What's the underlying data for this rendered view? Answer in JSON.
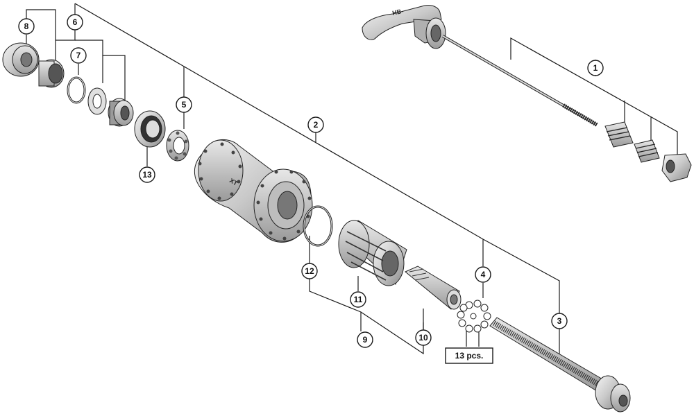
{
  "callouts": {
    "c1": "1",
    "c2": "2",
    "c3": "3",
    "c4": "4",
    "c5": "5",
    "c6": "6",
    "c7": "7",
    "c8": "8",
    "c9": "9",
    "c10": "10",
    "c11": "11",
    "c12": "12",
    "c13": "13"
  },
  "note": "13 pcs.",
  "hub_brand": "XT",
  "qr_brand": "HB-"
}
